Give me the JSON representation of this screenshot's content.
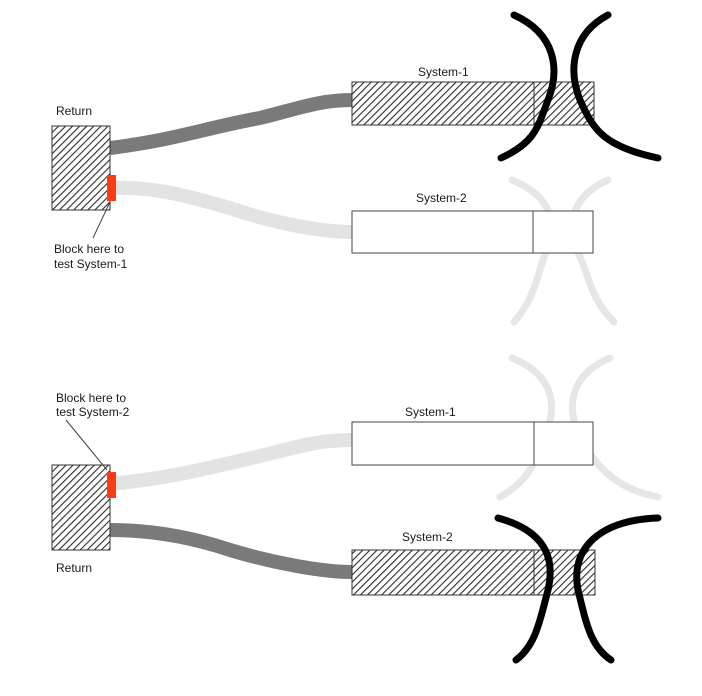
{
  "panels": [
    {
      "id": "top",
      "return_label": "Return",
      "note_line1": "Block here to",
      "note_line2": "test System-1",
      "system1_label": "System-1",
      "system2_label": "System-2",
      "active_system": "System-1"
    },
    {
      "id": "bottom",
      "return_label": "Return",
      "note_line1": "Block here to",
      "note_line2": "test System-2",
      "system1_label": "System-1",
      "system2_label": "System-2",
      "active_system": "System-2"
    }
  ],
  "colors": {
    "active_hose": "#7a7a7a",
    "inactive_hose": "#e3e3e3",
    "block_marker": "#ff3b12",
    "active_clamp": "#000000",
    "inactive_clamp": "#e6e6e6",
    "outline": "#444444"
  }
}
